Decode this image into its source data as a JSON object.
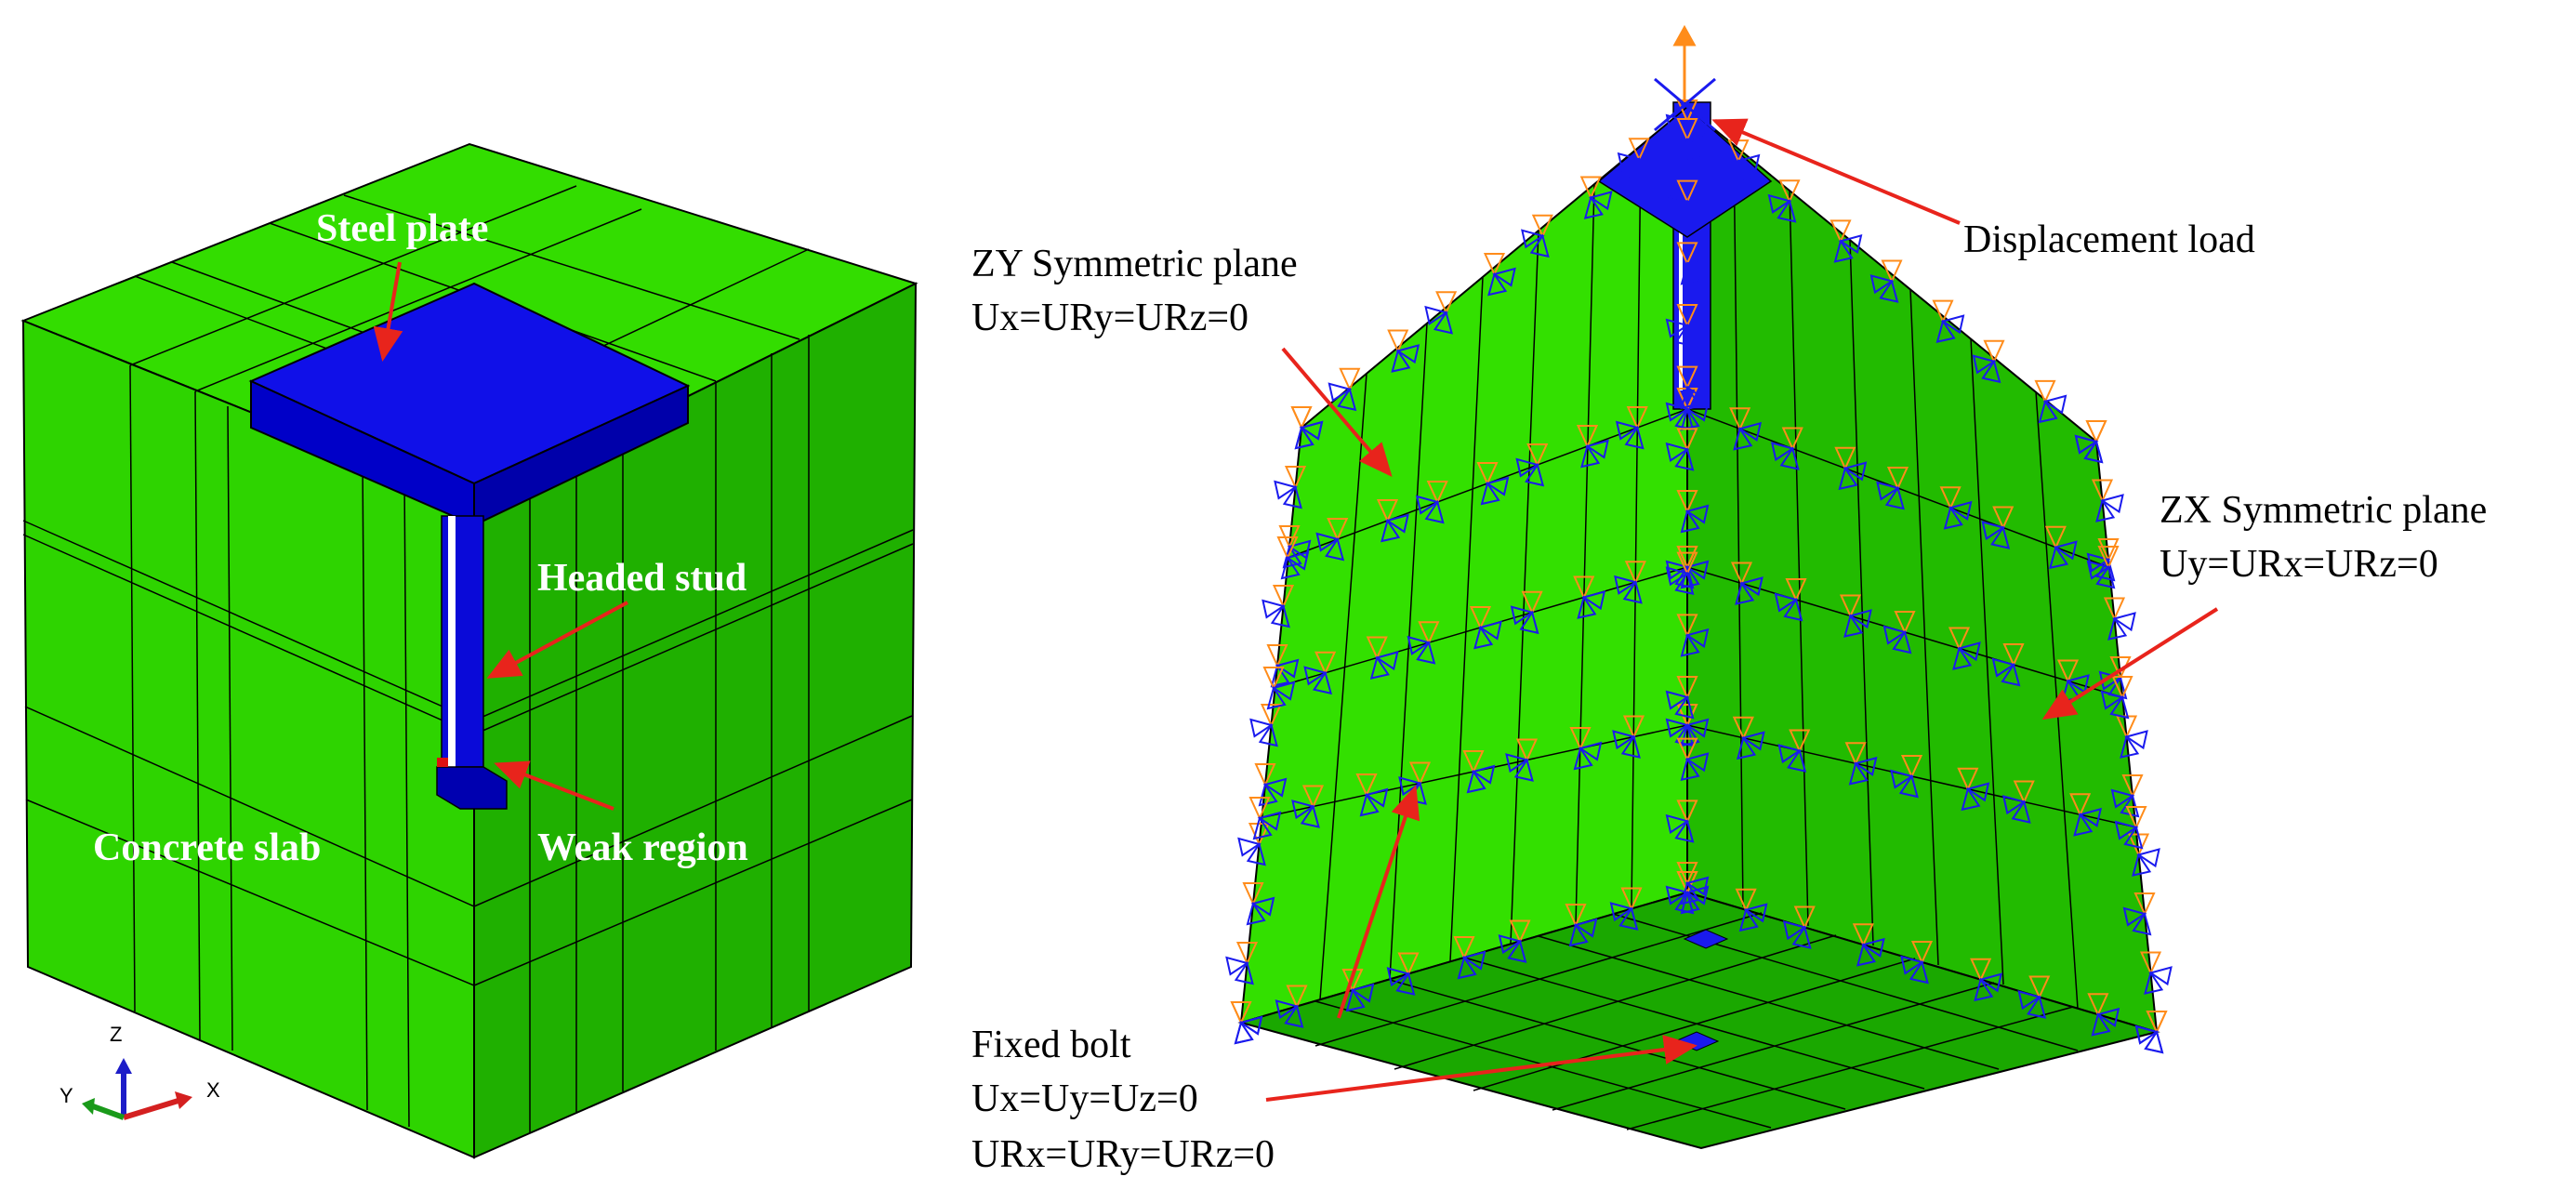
{
  "left_model": {
    "labels": {
      "steel_plate": "Steel plate",
      "headed_stud": "Headed stud",
      "weak_region": "Weak region",
      "concrete_slab": "Concrete slab"
    },
    "triad": {
      "z": "Z",
      "y": "Y",
      "x": "X"
    }
  },
  "right_model": {
    "displacement_load": "Displacement load",
    "zy_plane": {
      "title": "ZY Symmetric plane",
      "condition": "Ux=URy=URz=0"
    },
    "zx_plane": {
      "title": "ZX Symmetric plane",
      "condition": "Uy=URx=URz=0"
    },
    "fixed_bolt": {
      "title": "Fixed bolt",
      "condition1": "Ux=Uy=Uz=0",
      "condition2": "URx=URy=URz=0"
    }
  },
  "colors": {
    "concrete_light": "#33dd00",
    "concrete_mid": "#22bb00",
    "concrete_dark": "#119900",
    "steel_blue": "#0000dd",
    "arrow_red": "#e8241c",
    "bc_orange": "#ff8c1a",
    "bc_blue": "#1a1aee"
  }
}
